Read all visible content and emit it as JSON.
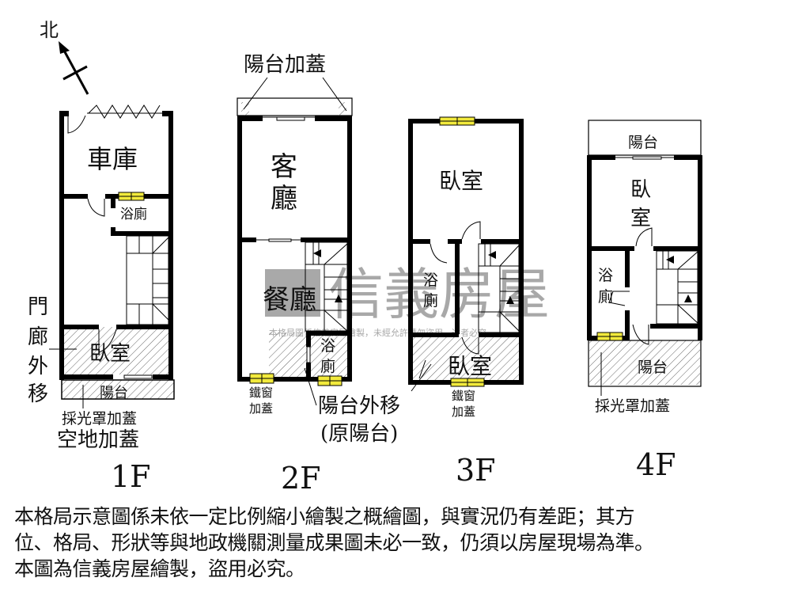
{
  "compass": {
    "label": "北"
  },
  "watermark": {
    "text": "信義房屋",
    "subtext": "本格局圖係信義房屋繪製，未經允許請勿盜用，違者必究",
    "color": "#9a9a9a"
  },
  "colors": {
    "wall": "#000000",
    "window_fill": "#f2ea3c",
    "hatch": "#555555",
    "background": "#ffffff"
  },
  "floors": [
    {
      "id": "1F",
      "label": "1F",
      "rooms": {
        "garage": "車庫",
        "bath": "浴廁",
        "bedroom": "臥室",
        "balcony": "陽台"
      },
      "annotations": {
        "porch_moved": "門廊外移",
        "skylight": "採光罩加蓋",
        "open_space": "空地加蓋"
      }
    },
    {
      "id": "2F",
      "label": "2F",
      "rooms": {
        "living": "客廳",
        "dining": "餐廳",
        "bath_1": "浴",
        "bath_2": "廁"
      },
      "annotations": {
        "balcony_cover": "陽台加蓋",
        "iron_window_1": "鐵窗",
        "iron_window_2": "加蓋",
        "balcony_moved": "陽台外移",
        "original_balcony": "(原陽台)"
      }
    },
    {
      "id": "3F",
      "label": "3F",
      "rooms": {
        "bedroom_front": "臥室",
        "bath_1": "浴",
        "bath_2": "廁",
        "bedroom_back": "臥室"
      },
      "annotations": {
        "iron_window_1": "鐵窗",
        "iron_window_2": "加蓋"
      }
    },
    {
      "id": "4F",
      "label": "4F",
      "rooms": {
        "balcony_front": "陽台",
        "bedroom_1": "臥",
        "bedroom_2": "室",
        "bath_1": "浴",
        "bath_2": "廁",
        "balcony_back": "陽台"
      },
      "annotations": {
        "skylight": "採光罩加蓋"
      }
    }
  ],
  "disclaimer": {
    "line1": "本格局示意圖係未依一定比例縮小繪製之概繪圖，與實況仍有差距；其方",
    "line2": "位、格局、形狀等與地政機關測量成果圖未必一致，仍須以房屋現場為準。",
    "line3": "本圖為信義房屋繪製，盜用必究。"
  }
}
